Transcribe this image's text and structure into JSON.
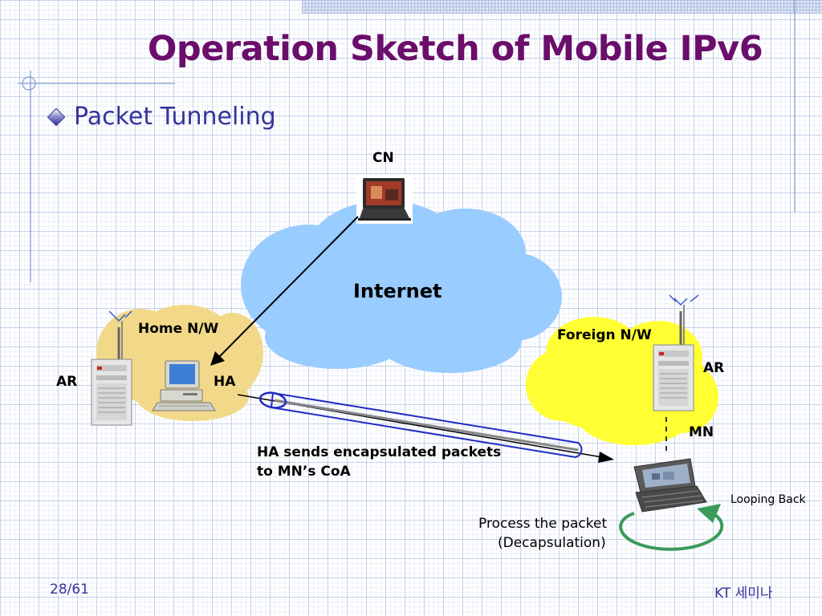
{
  "slide": {
    "title": "Operation Sketch of Mobile IPv6",
    "bullet": "Packet Tunneling",
    "page_number": "28/61",
    "footer_right": "KT 세미나"
  },
  "diagram": {
    "cn_label": "CN",
    "internet_label": "Internet",
    "home_network_label": "Home N/W",
    "home_ar_label": "AR",
    "ha_label": "HA",
    "foreign_network_label": "Foreign N/W",
    "foreign_ar_label": "AR",
    "mn_label": "MN",
    "tunnel_caption_line1": "HA sends encapsulated packets",
    "tunnel_caption_line2": "to MN’s CoA",
    "process_line1": "Process the packet",
    "process_line2": "(Decapsulation)",
    "looping_label": "Looping Back"
  },
  "colors": {
    "title": "#6b0d6b",
    "body_text": "#333399",
    "internet_cloud": "#99ccff",
    "home_cloud": "#f2d98a",
    "foreign_cloud": "#ffff33",
    "tunnel": "#1f2bc4",
    "loop_arrow": "#3a9a5a"
  }
}
